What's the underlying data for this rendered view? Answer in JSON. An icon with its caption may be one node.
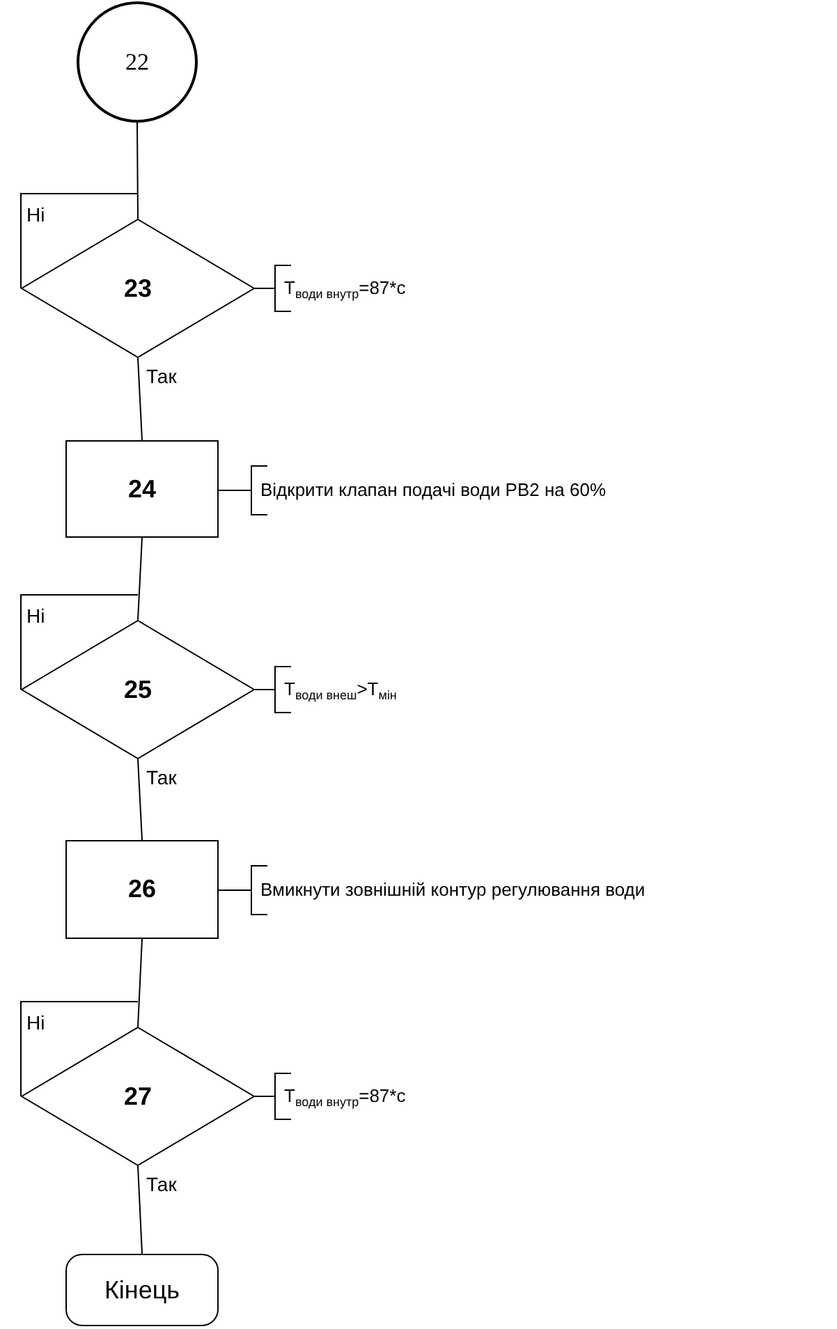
{
  "diagram": {
    "nodes": [
      {
        "text": [
          "22"
        ]
      },
      {
        "text": [
          "23"
        ]
      },
      {
        "text": [
          "T$_{води внутр}$=87*с"
        ]
      },
      {
        "text": [
          "24"
        ]
      },
      {
        "text": [
          "Відкрити клапан подачі води РВ2 на 60%"
        ]
      },
      {
        "text": [
          "25"
        ]
      },
      {
        "text": [
          "T$_{води внеш}$>T$_{мін}$"
        ]
      },
      {
        "text": [
          "26"
        ]
      },
      {
        "text": [
          "Вмикнути зовнішній контур регулювання води"
        ]
      },
      {
        "text": [
          "27"
        ]
      },
      {
        "text": [
          "T$_{води внутр}$=87*с"
        ]
      },
      {
        "text": [
          "Кінець"
        ]
      }
    ],
    "edges": [
      {
        "from": 0,
        "to": 1,
        "arrow": "none"
      },
      {
        "from": 1,
        "to": 1,
        "arrow": "none",
        "label": "Ні"
      },
      {
        "from": 1,
        "to": 2,
        "arrow": "none"
      },
      {
        "from": 1,
        "to": 3,
        "arrow": "none",
        "label": "Так"
      },
      {
        "from": 3,
        "to": 4,
        "arrow": "none"
      },
      {
        "from": 3,
        "to": 5,
        "arrow": "none"
      },
      {
        "from": 5,
        "to": 5,
        "arrow": "none",
        "label": "Ні"
      },
      {
        "from": 5,
        "to": 6,
        "arrow": "none"
      },
      {
        "from": 5,
        "to": 7,
        "arrow": "none",
        "label": "Так"
      },
      {
        "from": 7,
        "to": 8,
        "arrow": "none"
      },
      {
        "from": 7,
        "to": 9,
        "arrow": "none"
      },
      {
        "from": 9,
        "to": 9,
        "arrow": "none",
        "label": "Ні"
      },
      {
        "from": 9,
        "to": 10,
        "arrow": "none"
      },
      {
        "from": 9,
        "to": 11,
        "arrow": "none",
        "label": "Так"
      }
    ]
  }
}
